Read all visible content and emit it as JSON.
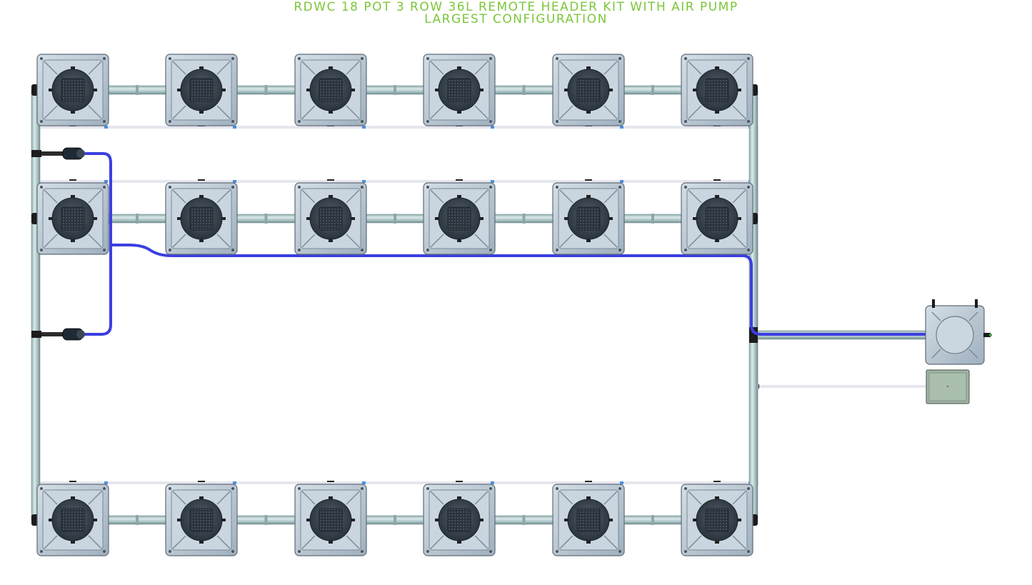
{
  "title": {
    "line1": "RDWC 18 POT 3 ROW 36L REMOTE HEADER KIT WITH AIR PUMP",
    "line2": "LARGEST CONFIGURATION"
  },
  "colors": {
    "title": "#7cc63a",
    "pipe": "#b9cfd0",
    "pipe_edge": "#7a9696",
    "air_line": "#3b3fe0",
    "pot_body": "#b8c7d3",
    "pot_edge": "#5f6c78",
    "lid": "#3b4652",
    "drain_line": "#e6e6ee",
    "fitting": "#1b1b1b",
    "accent_blue": "#4a90e2",
    "pump_box": "#9fb3a4"
  },
  "diagram": {
    "rows": 3,
    "pots_per_row": 6,
    "pot_volume": "36L",
    "components": [
      "pots",
      "remote-header-tank",
      "air-pump",
      "air-line",
      "return-manifold",
      "drain-lines"
    ]
  }
}
